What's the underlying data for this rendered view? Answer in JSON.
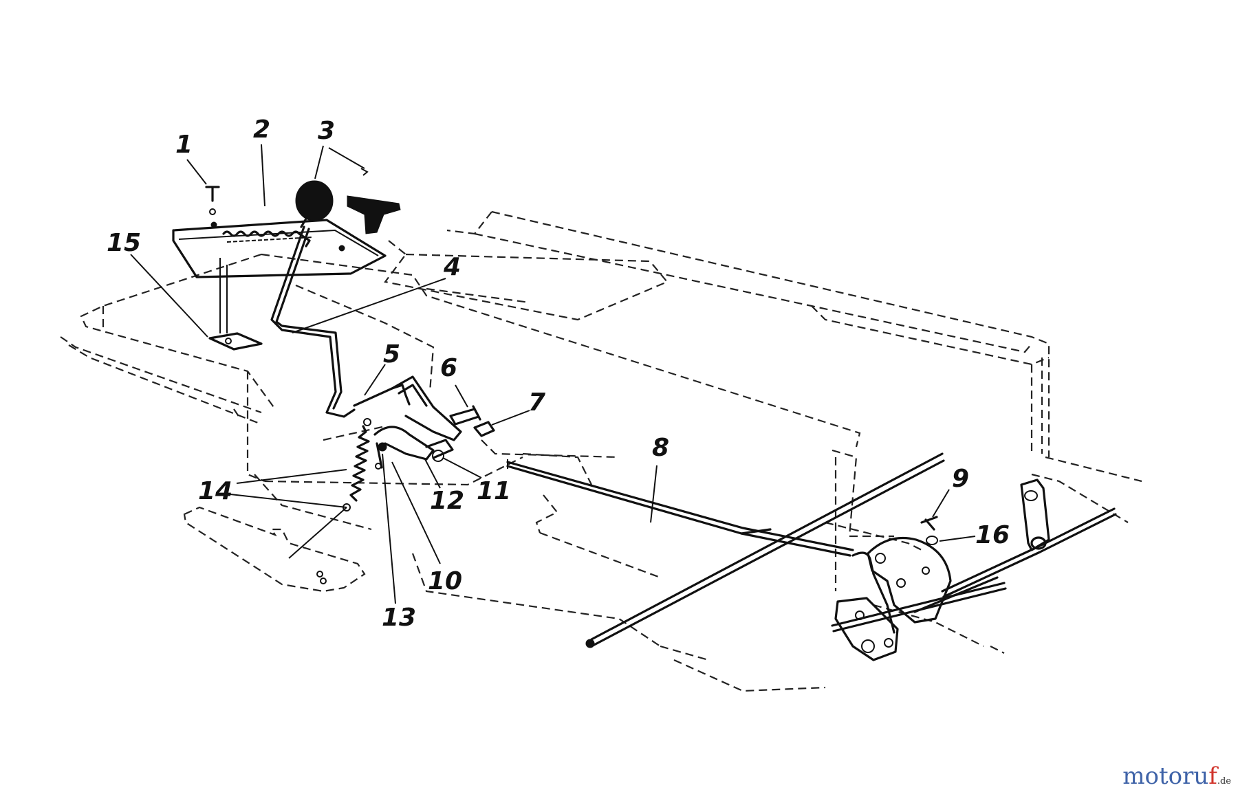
{
  "diagram": {
    "callouts": [
      "1",
      "2",
      "3",
      "4",
      "5",
      "6",
      "7",
      "8",
      "9",
      "10",
      "11",
      "12",
      "13",
      "14",
      "15",
      "16"
    ]
  },
  "watermark": {
    "brand_main": "motoru",
    "brand_accent": "f",
    "brand_suffix": ".de"
  },
  "colors": {
    "line": "#111111",
    "watermark_blue": "#3f63a8",
    "watermark_red": "#d1342b"
  }
}
